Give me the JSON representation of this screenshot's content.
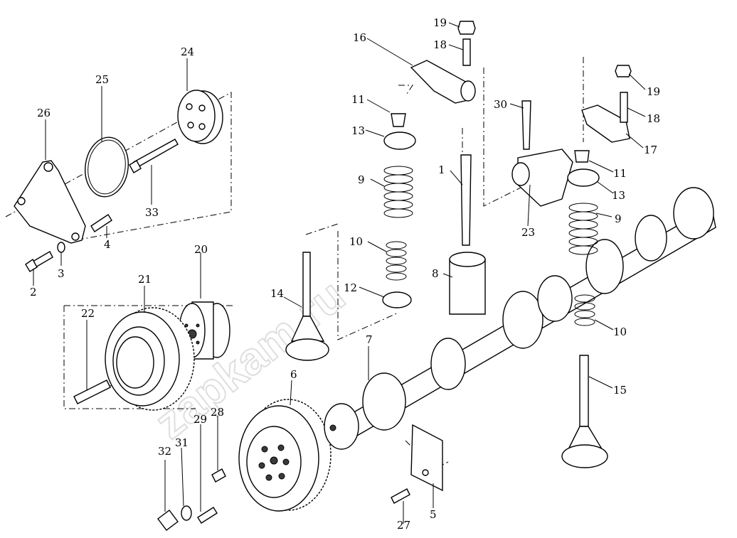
{
  "watermark": "zapkam.ru",
  "corner_mark": "",
  "labels": [
    "1",
    "2",
    "3",
    "4",
    "5",
    "6",
    "7",
    "8",
    "9",
    "9",
    "10",
    "10",
    "11",
    "11",
    "12",
    "13",
    "13",
    "14",
    "15",
    "16",
    "17",
    "18",
    "18",
    "19",
    "19",
    "20",
    "21",
    "22",
    "23",
    "24",
    "25",
    "26",
    "27",
    "28",
    "29",
    "30",
    "31",
    "32",
    "33"
  ]
}
